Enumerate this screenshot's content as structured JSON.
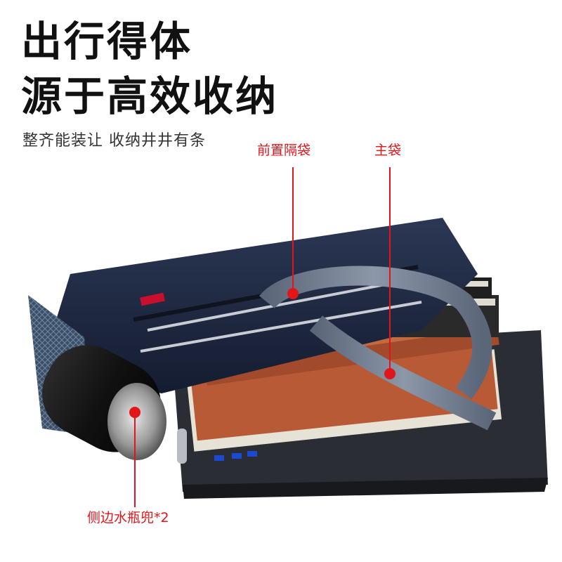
{
  "headline_lines": [
    "出行得体",
    "源于高效收纳"
  ],
  "subline": "整齐能装让 收纳井井有条",
  "callouts": {
    "front_pocket": "前置隔袋",
    "main_pocket": "主袋",
    "side_bottle_pocket": "侧边水瓶兜*2"
  },
  "colors": {
    "accent": "#e0161a",
    "bag_navy": "#1f2a44",
    "headline": "#111111"
  }
}
